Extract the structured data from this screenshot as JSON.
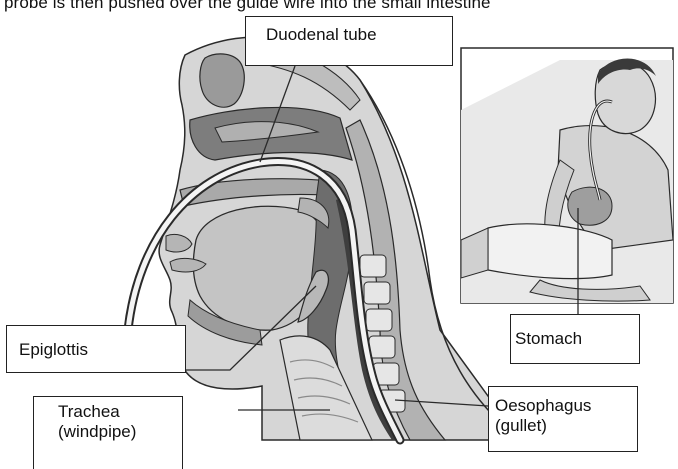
{
  "header_text": "probe is then pushed over the guide wire into the small intestine",
  "labels": {
    "duodenal_tube": "Duodenal tube",
    "stomach": "Stomach",
    "epiglottis": "Epiglottis",
    "trachea_line1": "Trachea",
    "trachea_line2": "(windpipe)",
    "oesophagus_line1": "Oesophagus",
    "oesophagus_line2": "(gullet)"
  },
  "colors": {
    "tissue_fill": "#d2d2d2",
    "tissue_dark": "#a8a8a8",
    "cavity": "#7d7d7d",
    "tube": "#f4f4f4",
    "outline": "#2a2a2a",
    "label_border": "#222222"
  }
}
